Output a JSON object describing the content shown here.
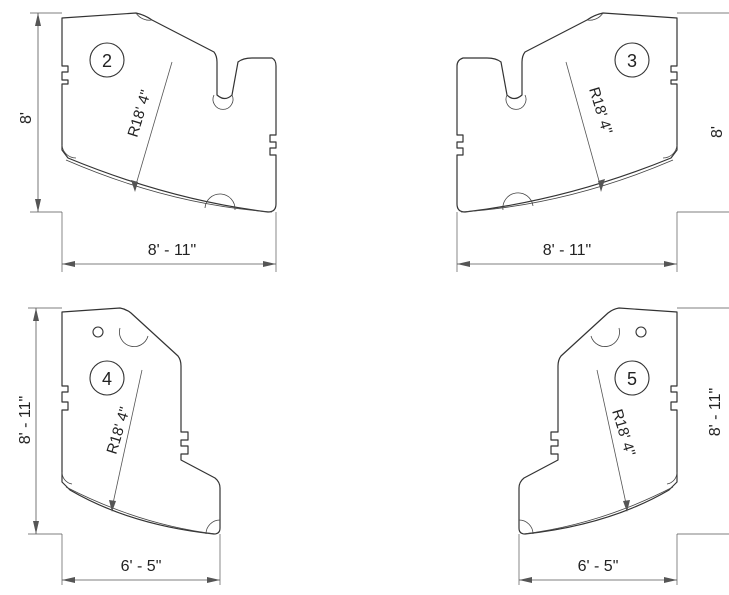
{
  "panels": [
    {
      "number": "2",
      "radius_label": "R18' 4\"",
      "width_label": "8' - 11\"",
      "height_label": "8'"
    },
    {
      "number": "3",
      "radius_label": "R18' 4\"",
      "width_label": "8' - 11\"",
      "height_label": "8'"
    },
    {
      "number": "4",
      "radius_label": "R18' 4\"",
      "width_label": "6' - 5\"",
      "height_label": "8' - 11\""
    },
    {
      "number": "5",
      "radius_label": "R18' 4\"",
      "width_label": "6' - 5\"",
      "height_label": "8' - 11\""
    }
  ]
}
